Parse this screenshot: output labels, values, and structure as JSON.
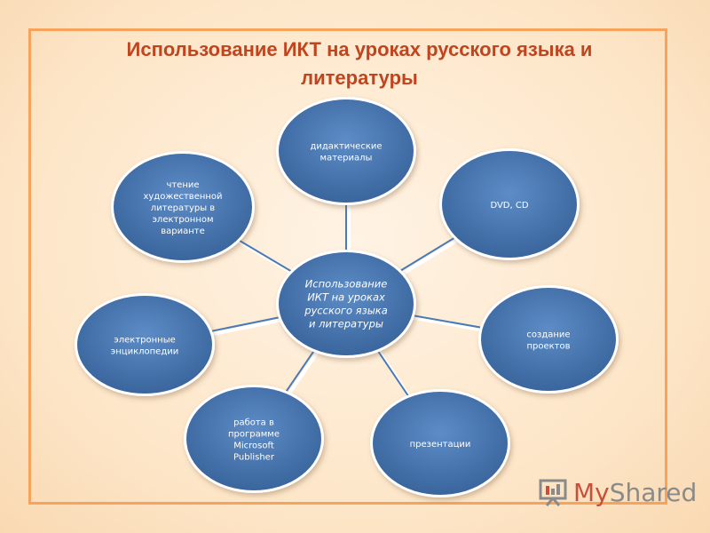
{
  "title": {
    "line1": "Использование ИКТ на уроках русского языка и",
    "line2": "литературы"
  },
  "diagram": {
    "center": {
      "lines": [
        "Использование",
        "ИКТ на уроках",
        "русского языка",
        "и литературы"
      ]
    },
    "nodes": [
      {
        "id": "didactic",
        "lines": [
          "дидактические",
          "материалы"
        ]
      },
      {
        "id": "dvd",
        "lines": [
          "DVD, CD"
        ]
      },
      {
        "id": "projects",
        "lines": [
          "создание",
          "проектов"
        ]
      },
      {
        "id": "presentations",
        "lines": [
          "презентации"
        ]
      },
      {
        "id": "publisher",
        "lines": [
          "работа в",
          "программе",
          "Microsoft",
          "Publisher"
        ]
      },
      {
        "id": "encyclopedias",
        "lines": [
          "электронные",
          "энциклопедии"
        ]
      },
      {
        "id": "reading",
        "lines": [
          "чтение",
          "художественной",
          "литературы в",
          "электронном",
          "варианте"
        ]
      }
    ]
  },
  "watermark": {
    "brand_a": "My",
    "brand_b": "Shared"
  },
  "colors": {
    "node_fill": "#4a7ab5",
    "node_fill_dark": "#3a659d",
    "title": "#c0441e",
    "frame": "#f7a35c"
  }
}
